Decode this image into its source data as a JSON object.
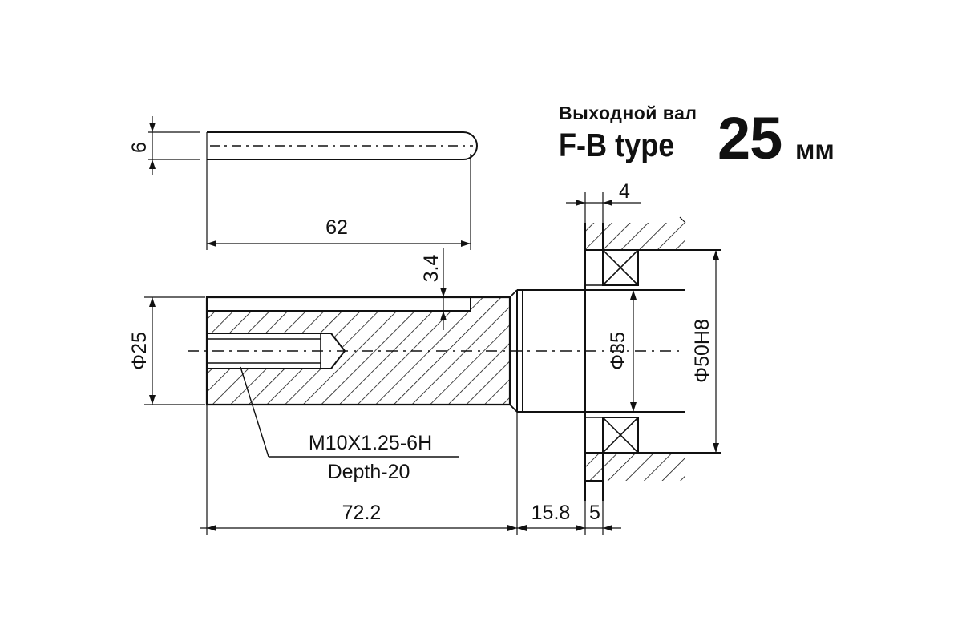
{
  "title": {
    "line1": "Выходной вал",
    "line2": "F-B type",
    "size": "25",
    "unit": "мм"
  },
  "dimensions": {
    "key_width": "6",
    "key_length": "62",
    "key_depth": "3.4",
    "shaft_diameter": "Φ25",
    "flange_width": "4",
    "step_diameter": "Φ35",
    "bore_diameter": "Φ50H8",
    "thread_spec": "M10X1.25-6H",
    "thread_depth": "Depth-20",
    "shaft_length": "72.2",
    "step_length": "15.8",
    "flange_offset": "5"
  },
  "colors": {
    "ink": "#111111",
    "background": "#ffffff"
  }
}
